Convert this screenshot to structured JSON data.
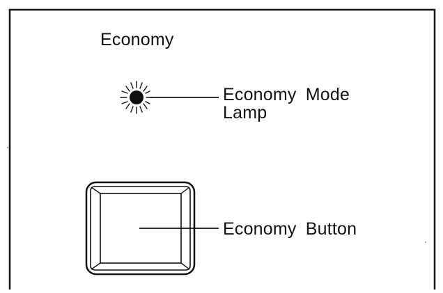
{
  "panel": {
    "title": "Economy"
  },
  "callouts": {
    "lamp_label_line1": "Economy Mode",
    "lamp_label_line2": "Lamp",
    "button_label": "Economy Button"
  },
  "lamp": {
    "state": "lit"
  },
  "colors": {
    "ink": "#111111",
    "background": "#ffffff"
  }
}
